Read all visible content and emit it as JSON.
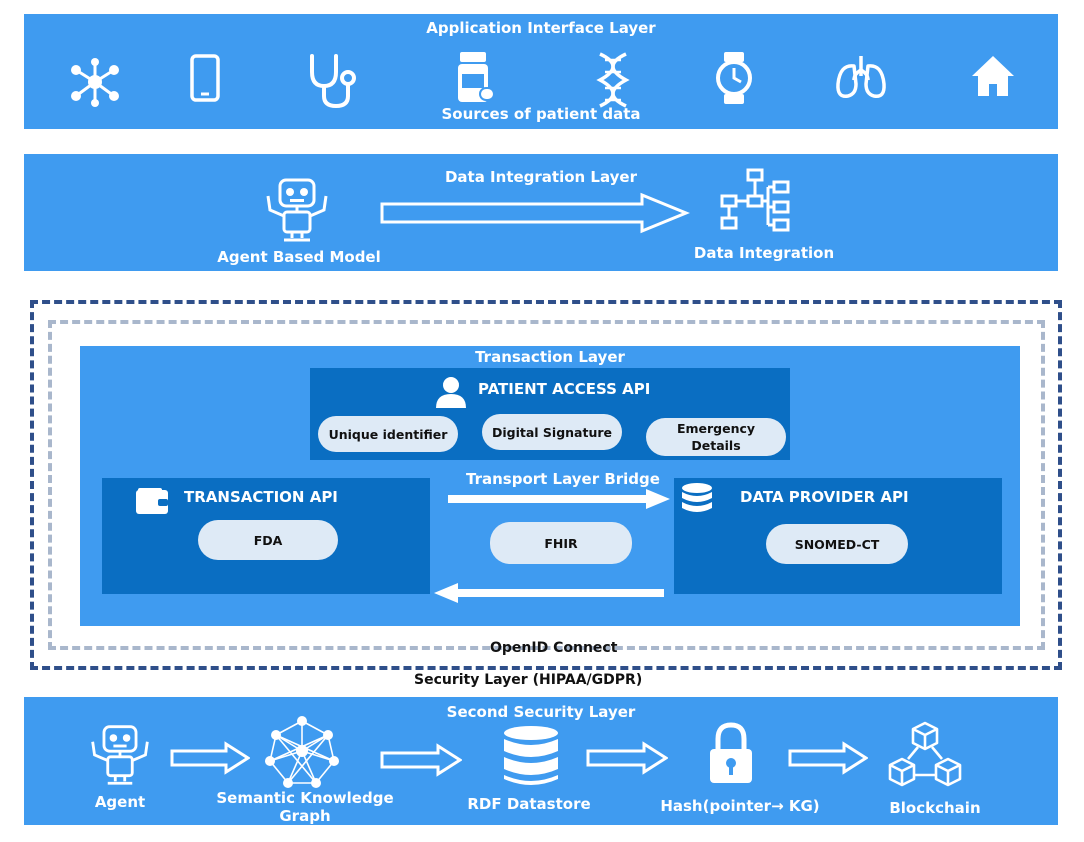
{
  "application_layer": {
    "title": "Application Interface Layer",
    "caption": "Sources of patient data",
    "icons": [
      "network-icon",
      "smartphone-icon",
      "stethoscope-icon",
      "medicine-bottle-icon",
      "dna-icon",
      "smartwatch-icon",
      "lungs-icon",
      "home-icon"
    ]
  },
  "integration_layer": {
    "title": "Data Integration Layer",
    "left_label": "Agent Based Model",
    "right_label": "Data Integration"
  },
  "transaction_layer": {
    "title": "Transaction Layer",
    "patient_access": {
      "title": "PATIENT ACCESS API",
      "pills": [
        "Unique identifier",
        "Digital Signature",
        "Emergency Details"
      ]
    },
    "transaction_api": {
      "title": "TRANSACTION API",
      "pill": "FDA"
    },
    "bridge": {
      "title": "Transport Layer Bridge",
      "pill": "FHIR"
    },
    "data_provider_api": {
      "title": "DATA PROVIDER API",
      "pill": "SNOMED-CT"
    }
  },
  "security": {
    "openid": "OpenID Connect",
    "layer": "Security Layer (HIPAA/GDPR)"
  },
  "second_security_layer": {
    "title": "Second Security Layer",
    "steps": [
      "Agent",
      "Semantic Knowledge Graph",
      "RDF Datastore",
      "Hash(pointer→ KG)",
      "Blockchain"
    ]
  },
  "colors": {
    "band": "#3f9bf0",
    "dark_box": "#0a6ec2",
    "pill": "#deeaf6",
    "dash_outer": "#2f4f8a",
    "dash_inner": "#a9b7cc"
  }
}
